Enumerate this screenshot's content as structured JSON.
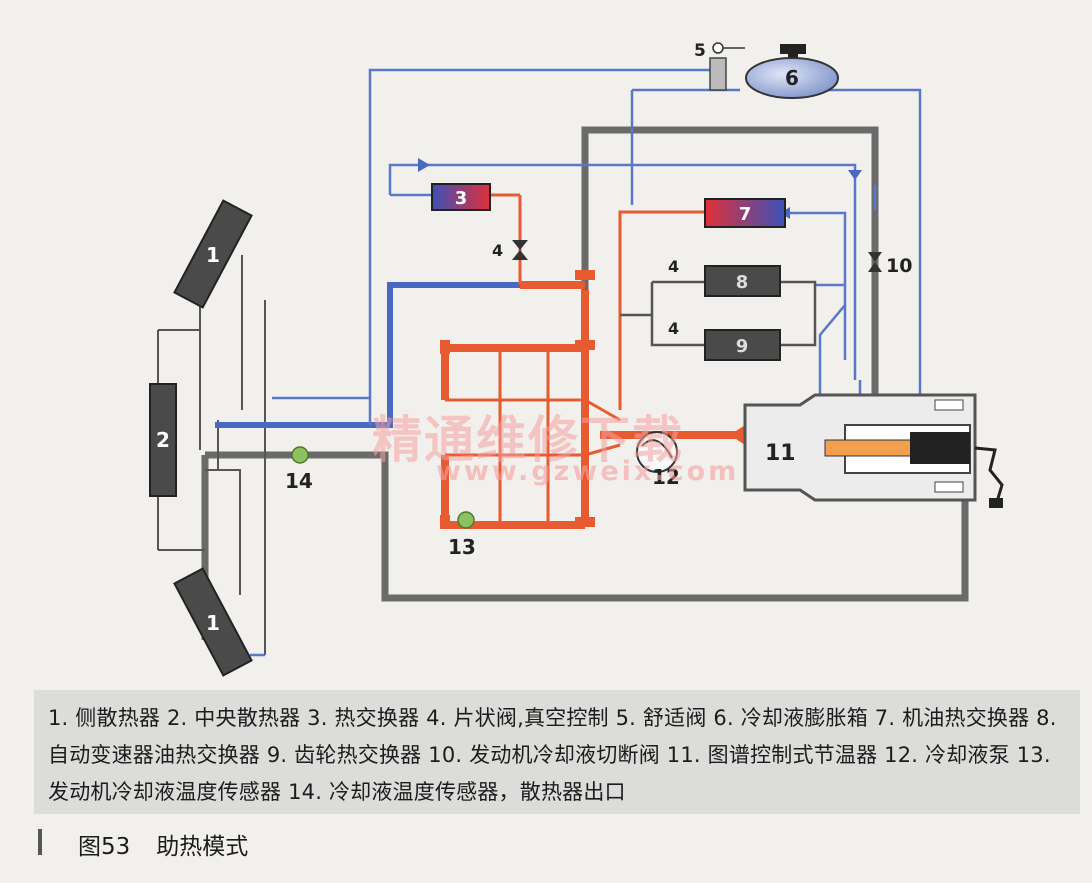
{
  "labels": {
    "side_radiator": "1",
    "central_radiator": "2",
    "heat_exchanger": "3",
    "valve": "4",
    "comfort_valve": "5",
    "expansion_tank": "6",
    "oil_cooler": "7",
    "transmission_cooler": "8",
    "gear_cooler": "9",
    "shutoff_valve": "10",
    "thermostat": "11",
    "pump": "12",
    "engine_temp_sensor": "13",
    "radiator_temp_sensor": "14"
  },
  "watermark": {
    "main": "精通维修下载",
    "url": "www.gzweix.com"
  },
  "legend": "1. 侧散热器  2. 中央散热器  3. 热交换器  4. 片状阀,真空控制  5. 舒适阀  6. 冷却液膨胀箱  7. 机油热交换器  8. 自动变速器油热交换器  9. 齿轮热交换器  10. 发动机冷却液切断阀  11. 图谱控制式节温器  12. 冷却液泵  13. 发动机冷却液温度传感器  14. 冷却液温度传感器，散热器出口",
  "figure": {
    "number": "图53",
    "title": "助热模式"
  },
  "colors": {
    "hot": "#e85a30",
    "cold": "#4a68c0",
    "return": "#6a6a6a",
    "component": "#4a4a4a",
    "sensor": "#8cc060"
  }
}
